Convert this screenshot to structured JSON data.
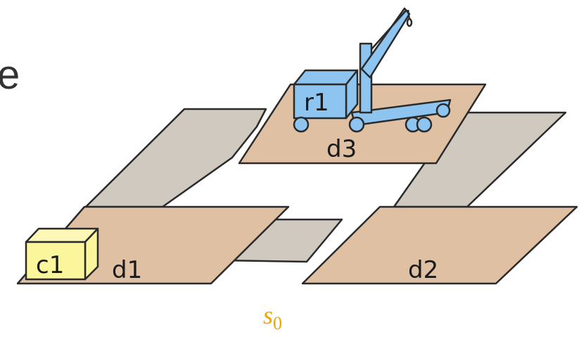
{
  "slide": {
    "cut_off_text": "e",
    "state_label": {
      "symbol": "s",
      "subscript": "0",
      "color": "#f0a500"
    }
  },
  "locations": [
    {
      "id": "d1",
      "label": "d1"
    },
    {
      "id": "d2",
      "label": "d2"
    },
    {
      "id": "d3",
      "label": "d3"
    }
  ],
  "robot": {
    "label": "r1",
    "color": "#8ec5f0"
  },
  "container": {
    "label": "c1",
    "color": "#fbf59c"
  },
  "colors": {
    "dock": "#dfc0a3",
    "road": "#cfc9bf",
    "outline": "#2a2a2a",
    "robot": "#8ec5f0",
    "container": "#fbf59c"
  }
}
